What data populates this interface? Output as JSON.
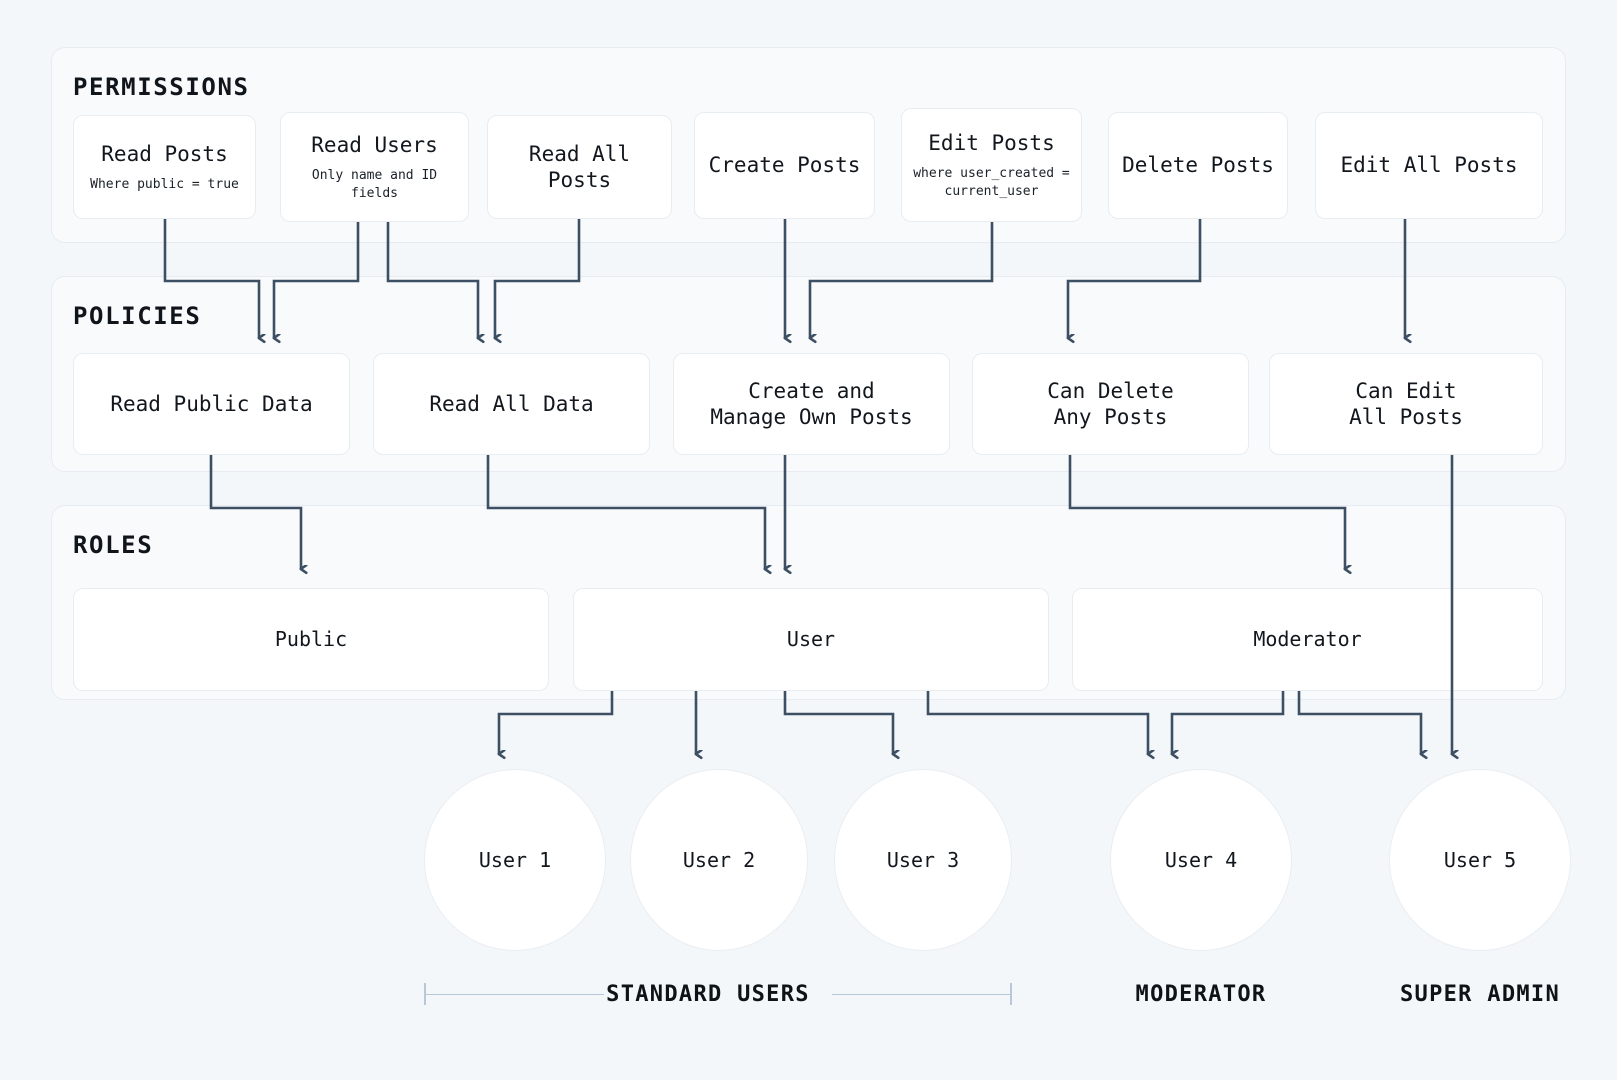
{
  "theme": {
    "background": "#f3f7fa",
    "panel_bg": "#f8fafc",
    "panel_border": "#e6ecf2",
    "node_bg": "#ffffff",
    "node_border": "#e8edf2",
    "connector": "#3d4f63",
    "bracket": "#b9c8d8",
    "text": "#12171d"
  },
  "sections": [
    {
      "key": "permissions",
      "title": "PERMISSIONS"
    },
    {
      "key": "policies",
      "title": "POLICIES"
    },
    {
      "key": "roles",
      "title": "ROLES"
    }
  ],
  "permissions": [
    {
      "title": "Read Posts",
      "subtitle": "Where public = true"
    },
    {
      "title": "Read Users",
      "subtitle": "Only name and ID fields"
    },
    {
      "title": "Read All Posts",
      "subtitle": ""
    },
    {
      "title": "Create Posts",
      "subtitle": ""
    },
    {
      "title": "Edit Posts",
      "subtitle": "where user_created =\ncurrent_user"
    },
    {
      "title": "Delete Posts",
      "subtitle": ""
    },
    {
      "title": "Edit All Posts",
      "subtitle": ""
    }
  ],
  "policies": [
    {
      "title": "Read Public Data"
    },
    {
      "title": "Read All Data"
    },
    {
      "title": "Create and\nManage Own Posts"
    },
    {
      "title": "Can Delete\nAny Posts"
    },
    {
      "title": "Can Edit\nAll Posts"
    }
  ],
  "roles": [
    {
      "title": "Public"
    },
    {
      "title": "User"
    },
    {
      "title": "Moderator"
    }
  ],
  "users": [
    {
      "label": "User 1"
    },
    {
      "label": "User 2"
    },
    {
      "label": "User 3"
    },
    {
      "label": "User 4"
    },
    {
      "label": "User 5"
    }
  ],
  "captions": [
    {
      "label": "STANDARD USERS"
    },
    {
      "label": "MODERATOR"
    },
    {
      "label": "SUPER ADMIN"
    }
  ]
}
